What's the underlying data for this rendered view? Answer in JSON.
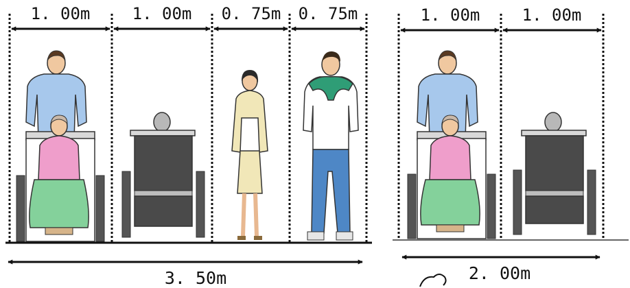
{
  "diagram": {
    "left_group": {
      "segments": [
        {
          "label": "1. 00m"
        },
        {
          "label": "1. 00m"
        },
        {
          "label": "0. 75m"
        },
        {
          "label": "0. 75m"
        }
      ],
      "total_label": "3. 50m",
      "figures": [
        "person-pushing-wheelchair",
        "empty-wheelchair",
        "pedestrian-woman",
        "pedestrian-man"
      ]
    },
    "right_group": {
      "segments": [
        {
          "label": "1. 00m"
        },
        {
          "label": "1. 00m"
        }
      ],
      "total_label": "2. 00m",
      "figures": [
        "person-pushing-wheelchair",
        "empty-wheelchair"
      ]
    }
  },
  "colors": {
    "shirt_blue": "#a7c8ec",
    "blouse_pink": "#ef9ecb",
    "skirt_green": "#84d19b",
    "suit_beige": "#f1e7b8",
    "jeans_blue": "#4e87c6",
    "sweater_green": "#2f9d76",
    "chair_dark": "#4a4a4a",
    "skin": "#f0c8a0"
  }
}
